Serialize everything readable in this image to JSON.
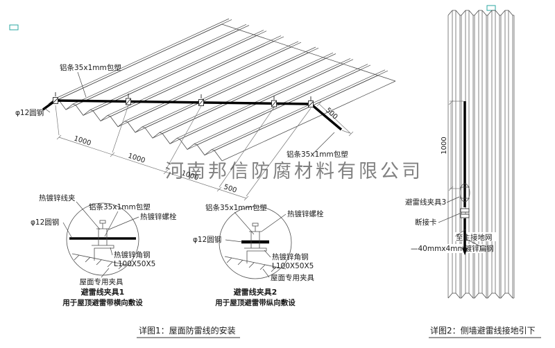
{
  "watermark": "河南邦信防腐材料有限公司",
  "colors": {
    "line": "#4a4a4a",
    "accent_red": "#cc1111",
    "watermark_gray": "#8a8a8a",
    "marker_teal": "#2aa7a0"
  },
  "main_drawing": {
    "label_alu_top": "铝条35x1mm包塑",
    "label_alu_right": "铝条35x1mm包塑",
    "label_round_steel": "φ12圆钢",
    "dim_1000_a": "1000",
    "dim_1000_b": "1000",
    "dim_1000_c": "1000",
    "dim_500_a": "500",
    "dim_500_right": "500"
  },
  "detail1": {
    "label_wire_clip": "热镀锌线夹",
    "label_alu": "铝条35x1mm包塑",
    "label_bolt": "热镀锌螺栓",
    "label_round_steel": "φ12圆钢",
    "label_angle_1": "热镀锌角钢",
    "label_angle_2": "L100X50X5",
    "label_roof_clamp": "屋面专用夹具",
    "title": "避雷线夹具1",
    "subtitle": "用于屋顶避雷带横向敷设"
  },
  "detail2": {
    "label_alu": "铝条35x1mm包塑",
    "label_bolt": "热镀锌螺栓",
    "label_round_steel": "φ12圆钢",
    "label_angle_1": "热镀锌角钢",
    "label_angle_2": "L100X50X5",
    "label_roof_clamp": "屋面专用夹具",
    "title": "避雷线夹具2",
    "subtitle": "用于屋顶避雷带纵向敷设"
  },
  "wall_drawing": {
    "dim_1000": "1000",
    "label_clamp3": "避雷线夹具3",
    "label_disconnect": "断接卡",
    "label_to_ground": "至主接地网",
    "label_flat_steel": "—40mmx4mm镀锌扁钢"
  },
  "captions": {
    "detail1": "详图1：屋面防雷线的安装",
    "detail2": "详图2：侧墙避雷线接地引下"
  }
}
